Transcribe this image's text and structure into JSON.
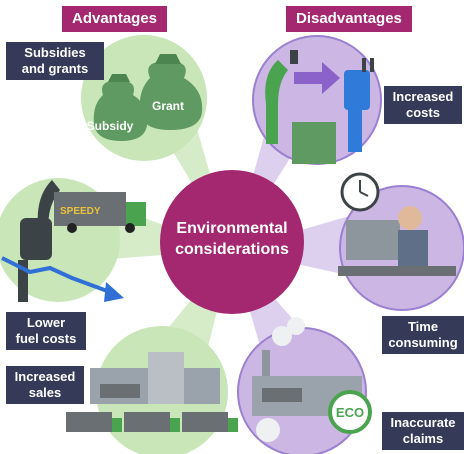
{
  "headers": {
    "advantages": "Advantages",
    "disadvantages": "Disadvantages"
  },
  "center": {
    "line1": "Environmental",
    "line2": "considerations"
  },
  "advantages": {
    "subsidies": {
      "line1": "Subsidies",
      "line2": "and grants"
    },
    "lower_fuel": {
      "line1": "Lower",
      "line2": "fuel costs"
    },
    "increased_sales": {
      "line1": "Increased",
      "line2": "sales"
    }
  },
  "disadvantages": {
    "increased_costs": {
      "line1": "Increased",
      "line2": "costs"
    },
    "time_consuming": {
      "line1": "Time",
      "line2": "consuming"
    },
    "inaccurate_claims": {
      "line1": "Inaccurate",
      "line2": "claims"
    }
  },
  "bag_labels": {
    "subsidy": "Subsidy",
    "grant": "Grant"
  },
  "truck_brand": "SPEEDY",
  "eco_badge": "ECO",
  "colors": {
    "advantage_green": "#c8e6b8",
    "disadvantage_purple": "#cbb6e4",
    "center_magenta": "#a3286f",
    "label_navy": "#343a57"
  },
  "icons": [
    "money-bag-icon",
    "fuel-pump-icon",
    "ev-charger-icon",
    "clock-icon",
    "office-worker-icon",
    "factory-icon",
    "delivery-truck-icon",
    "eco-badge-icon",
    "arrow-down-icon"
  ]
}
